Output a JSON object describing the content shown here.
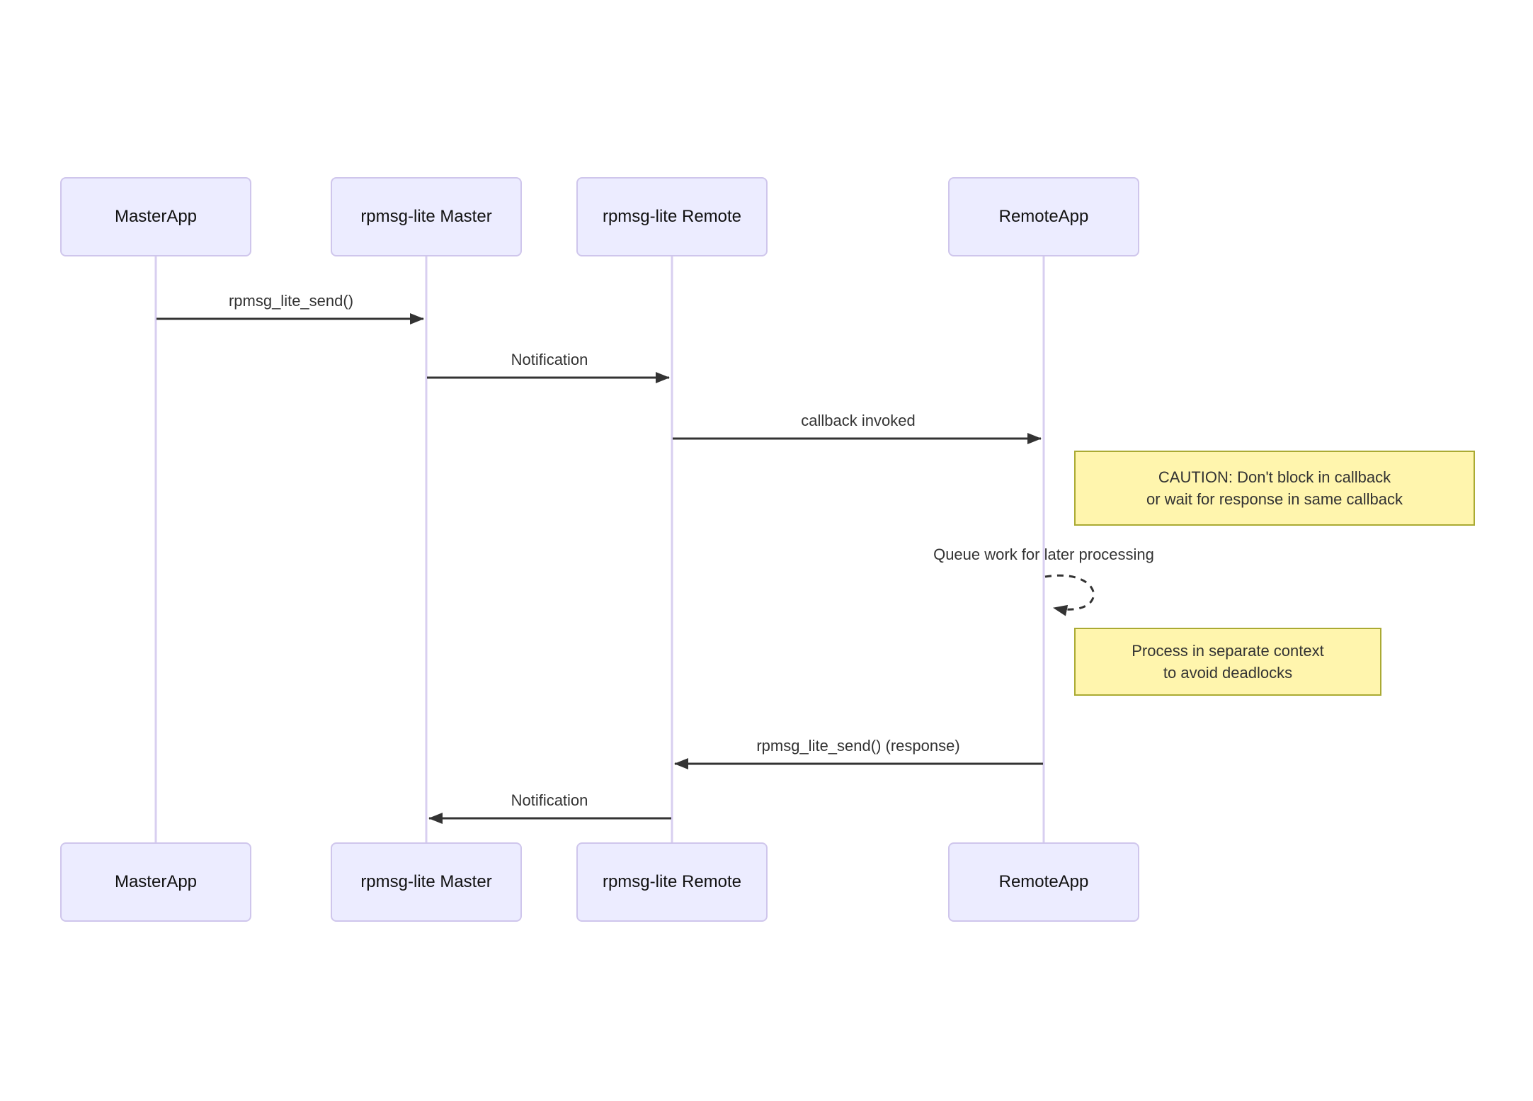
{
  "diagram": {
    "type": "sequence-diagram",
    "actors": [
      {
        "id": "masterapp",
        "label": "MasterApp"
      },
      {
        "id": "rpmsg-lite-master",
        "label": "rpmsg-lite Master"
      },
      {
        "id": "rpmsg-lite-remote",
        "label": "rpmsg-lite Remote"
      },
      {
        "id": "remoteapp",
        "label": "RemoteApp"
      }
    ],
    "messages": [
      {
        "from": "MasterApp",
        "to": "rpmsg-lite Master",
        "label": "rpmsg_lite_send()",
        "line": "solid"
      },
      {
        "from": "rpmsg-lite Master",
        "to": "rpmsg-lite Remote",
        "label": "Notification",
        "line": "solid"
      },
      {
        "from": "rpmsg-lite Remote",
        "to": "RemoteApp",
        "label": "callback invoked",
        "line": "solid"
      },
      {
        "from": "RemoteApp",
        "to": "RemoteApp",
        "label": "Queue work for later processing",
        "line": "dashed-self-loop"
      },
      {
        "from": "RemoteApp",
        "to": "rpmsg-lite Remote",
        "label": "rpmsg_lite_send() (response)",
        "line": "solid"
      },
      {
        "from": "rpmsg-lite Remote",
        "to": "rpmsg-lite Master",
        "label": "Notification",
        "line": "solid"
      }
    ],
    "notes": [
      {
        "position": "right-of-RemoteApp",
        "lines": [
          "CAUTION: Don't block in callback",
          "or wait for response in same callback"
        ]
      },
      {
        "position": "right-of-RemoteApp",
        "lines": [
          "Process in separate context",
          "to avoid deadlocks"
        ]
      }
    ],
    "colors": {
      "actor_fill": "#ECECFF",
      "actor_border": "#CFC6EC",
      "lifeline": "#D8CFF0",
      "note_fill": "#FFF5AD",
      "note_border": "#AAAA33",
      "arrow": "#333333",
      "message_text": "#333333",
      "actor_text": "#111111",
      "background": "#FFFFFF"
    }
  }
}
